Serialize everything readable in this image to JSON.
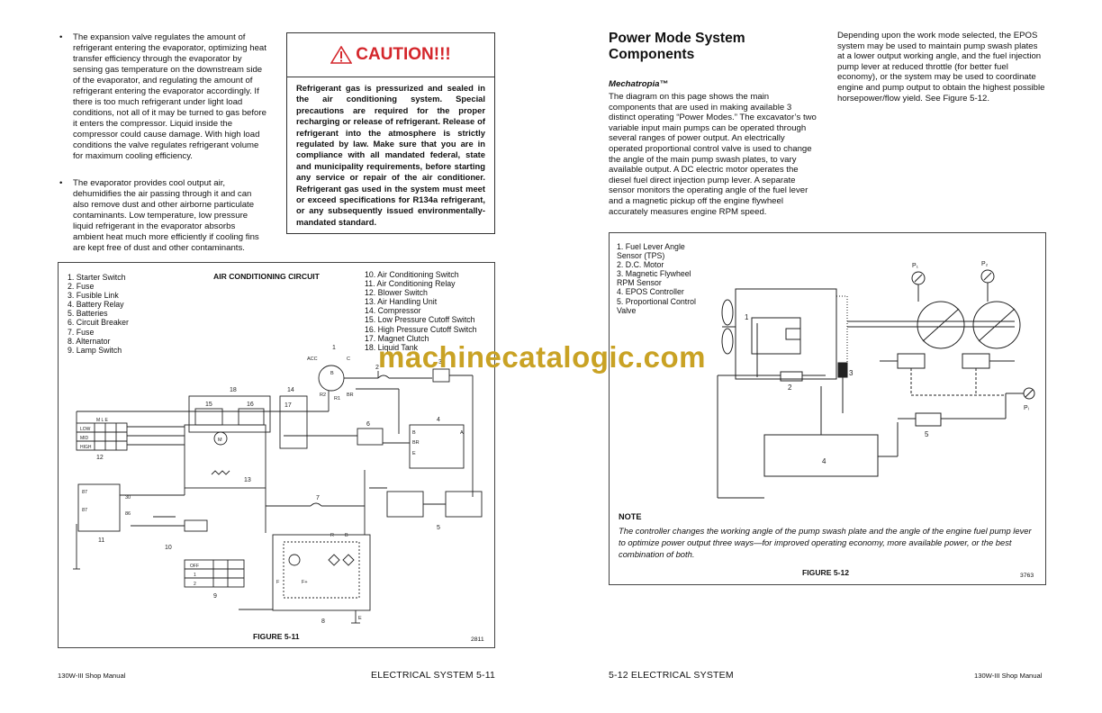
{
  "left": {
    "bullets": [
      "The expansion valve regulates the amount of refrigerant entering the evaporator, optimizing heat transfer efficiency through the evaporator by sensing gas temperature on the downstream side of the evaporator, and regulating the amount of refrigerant entering the evaporator accordingly. If there is too much refrigerant under light load conditions, not all of it may be turned to gas before it enters the compressor. Liquid inside the compressor could cause damage. With high load conditions the valve regulates refrigerant volume for maximum cooling efficiency.",
      "The evaporator provides cool output air, dehumidifies the air passing through it and can also remove dust and other airborne particulate contaminants. Low temperature, low pressure liquid refrigerant in the evaporator absorbs ambient heat much more efficiently if cooling fins are kept free of dust and other contaminants."
    ],
    "caution": {
      "title": "CAUTION!!!",
      "body": "Refrigerant gas is pressurized and sealed in the air conditioning system. Special precautions are required for the proper recharging or release of refrigerant. Release of refrigerant into the atmosphere is strictly regulated by law. Make sure that you are in compliance with all mandated federal, state and municipality requirements, before starting any service or repair of the air conditioner. Refrigerant gas used in the system must meet or exceed specifications for R134a refrigerant, or any subsequently issued environmentally-mandated standard."
    },
    "figure": {
      "title": "AIR CONDITIONING CIRCUIT",
      "legend_a": [
        "1.  Starter Switch",
        "2.  Fuse",
        "3.  Fusible Link",
        "4.  Battery Relay",
        "5.  Batteries",
        "6.  Circuit Breaker",
        "7.  Fuse",
        "8.  Alternator",
        "9.  Lamp Switch"
      ],
      "legend_b": [
        "10.  Air Conditioning Switch",
        "11.  Air Conditioning Relay",
        "12.  Blower Switch",
        "13.  Air Handling Unit",
        "14.  Compressor",
        "15.  Low Pressure Cutoff Switch",
        "16.  High Pressure Cutoff Switch",
        "17.  Magnet Clutch",
        "18.  Liquid Tank"
      ],
      "caption": "FIGURE 5-11",
      "number": "2811"
    },
    "footer_left": "130W-III Shop Manual",
    "footer_right": "ELECTRICAL SYSTEM    5-11"
  },
  "right": {
    "heading_1": "Power Mode System",
    "heading_2": "Components",
    "subheading": "Mechatropia™",
    "para1": "The diagram on this page shows the main components that are used in making available 3 distinct operating “Power Modes.” The excavator’s two variable input main pumps can be operated through several ranges of power output. An electrically operated proportional control valve is used to change the angle of the main pump swash plates, to vary available output. A DC electric motor operates the diesel fuel direct injection pump lever. A separate sensor monitors the operating angle of the fuel lever and a magnetic pickup off the engine flywheel accurately measures engine RPM speed.",
    "para2": "Depending upon the work mode selected, the EPOS system may be used to maintain pump swash plates at a lower output working angle, and the fuel injection pump lever at reduced throttle (for better fuel economy), or the system may be used to coordinate engine and pump output to obtain the highest possible horsepower/flow yield. See Figure 5-12.",
    "figure": {
      "legend": [
        "1.  Fuel Lever Angle",
        "     Sensor (TPS)",
        "2.  D.C. Motor",
        "3.  Magnetic Flywheel",
        "     RPM Sensor",
        "4.  EPOS Controller",
        "5.  Proportional Control",
        "     Valve"
      ],
      "note_title": "NOTE",
      "note_text": "The controller changes the working angle of the pump swash plate and the angle of the engine fuel pump lever to optimize power output three ways—for improved operating economy, more available power, or the best combination of both.",
      "caption": "FIGURE 5-12",
      "number": "3763",
      "labels": {
        "p1": "P₁",
        "p2": "P₂",
        "pi": "Pᵢ",
        "n1": "1",
        "n2": "2",
        "n3": "3",
        "n4": "4",
        "n5": "5"
      }
    },
    "footer_left": "5-12   ELECTRICAL SYSTEM",
    "footer_right": "130W-III Shop Manual"
  },
  "watermark": "machinecatalogic.com",
  "colors": {
    "caution_red": "#d4262b",
    "watermark_gold": "#c9a224"
  }
}
